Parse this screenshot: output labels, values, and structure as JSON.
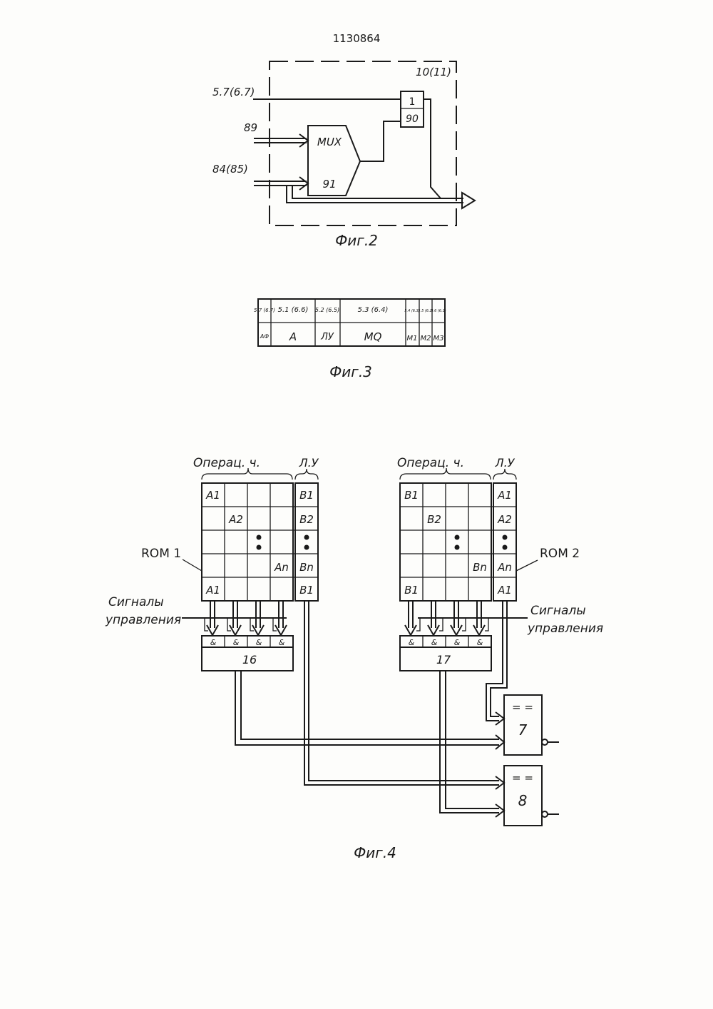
{
  "patent_number": "1130864",
  "fig2": {
    "caption": "Фиг.2",
    "block_label": "10(11)",
    "input_top": "5.7(6.7)",
    "input_mid": "89",
    "input_bot": "84(85)",
    "mux_top": "MUX",
    "mux_bot": "91",
    "gate_top": "1",
    "gate_bot": "90"
  },
  "fig3": {
    "caption": "Фиг.3",
    "top_cells": [
      "5.7 (6.7)",
      "5.1 (6.6)",
      "5.2 (6.5)",
      "5.3 (6.4)",
      "5.4 (6.3)",
      "5.5 (6.2)",
      "5.6 (6.1)"
    ],
    "bottom_cells": [
      "АФ",
      "A",
      "ЛУ",
      "MQ",
      "M1",
      "M2",
      "M3"
    ]
  },
  "fig4": {
    "caption": "Фиг.4",
    "left_header_op": "Операц. ч.",
    "left_header_lu": "Л.У",
    "right_header_op": "Операц. ч.",
    "right_header_lu": "Л.У",
    "rom1_label": "ROM 1",
    "rom2_label": "ROM 2",
    "rom1_cells": [
      "A1",
      "A2",
      "An",
      "A1"
    ],
    "rom1_lu": [
      "B1",
      "B2",
      "Bn",
      "B1"
    ],
    "rom2_cells": [
      "B1",
      "B2",
      "Bn",
      "B1"
    ],
    "rom2_lu": [
      "A1",
      "A2",
      "An",
      "A1"
    ],
    "signals_left": [
      "Сигналы",
      "управления"
    ],
    "signals_right": [
      "Сигналы",
      "управления"
    ],
    "gate_symbol": "&",
    "reg_left": "16",
    "reg_right": "17",
    "cmp_top": "7",
    "cmp_bottom": "8",
    "cmp_symbol": "= ="
  }
}
